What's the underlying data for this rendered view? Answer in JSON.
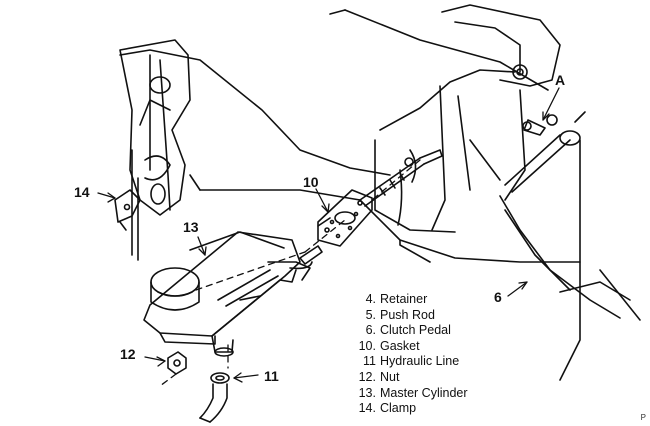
{
  "callouts": {
    "c14": "14",
    "c10": "10",
    "c13": "13",
    "cA": "A",
    "c6": "6",
    "c12": "12",
    "c11": "11"
  },
  "legend": [
    {
      "num": "4.",
      "label": "Retainer"
    },
    {
      "num": "5.",
      "label": "Push Rod"
    },
    {
      "num": "6.",
      "label": "Clutch Pedal"
    },
    {
      "num": "10.",
      "label": "Gasket"
    },
    {
      "num": "11",
      "label": "Hydraulic Line"
    },
    {
      "num": "12.",
      "label": "Nut"
    },
    {
      "num": "13.",
      "label": "Master Cylinder"
    },
    {
      "num": "14.",
      "label": "Clamp"
    }
  ],
  "corner_mark": "P",
  "colors": {
    "ink": "#111111",
    "background": "#ffffff"
  }
}
